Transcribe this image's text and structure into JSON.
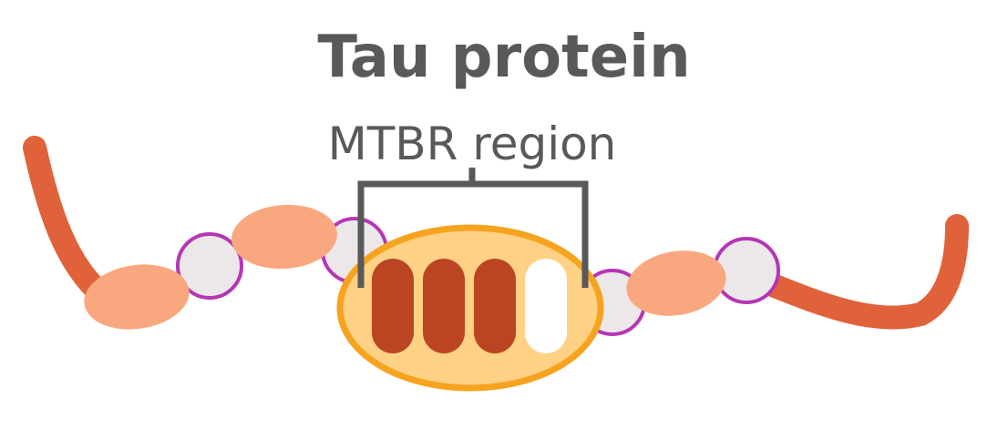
{
  "title": "Tau protein",
  "region_label": "MTBR region",
  "colors": {
    "text": "#58595b",
    "chain": "#e0623a",
    "ellipse_fill": "#f9a77f",
    "circle_fill": "#ece8e9",
    "circle_stroke": "#b536b5",
    "mtbr_fill": "#fed184",
    "mtbr_stroke": "#f6a320",
    "repeat_fill": "#bb4522",
    "repeat_empty_fill": "#ffffff",
    "bracket": "#58595b"
  },
  "repeats": [
    {
      "name": "repeat-1",
      "filled": true
    },
    {
      "name": "repeat-2",
      "filled": true
    },
    {
      "name": "repeat-3",
      "filled": true
    },
    {
      "name": "repeat-4",
      "filled": false
    }
  ]
}
